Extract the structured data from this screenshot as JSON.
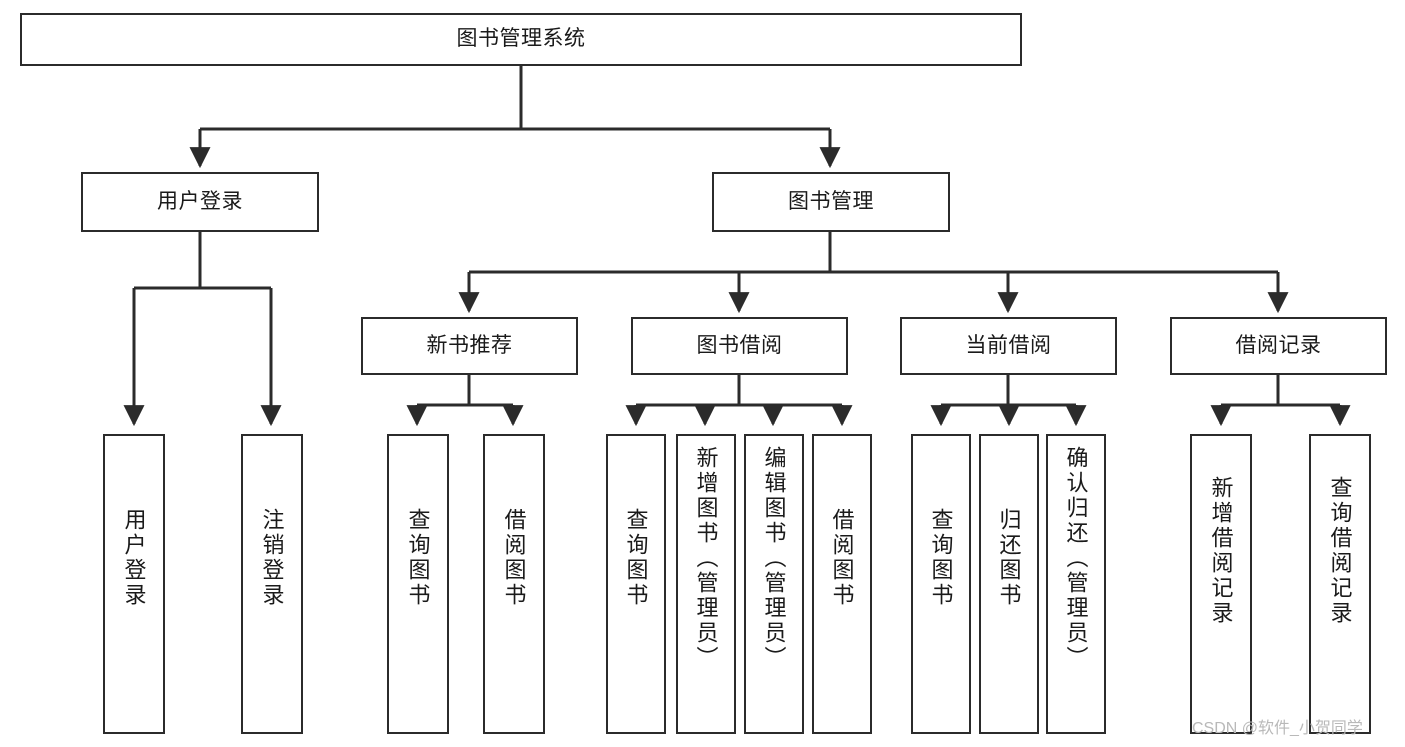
{
  "diagram": {
    "title": "图书管理系统",
    "type": "hierarchy-tree",
    "colors": {
      "box_border": "#2b2b2b",
      "box_fill": "#ffffff",
      "edge": "#2b2b2b",
      "text": "#1a1a1a",
      "watermark": "#b9b9b9",
      "background": "#ffffff"
    },
    "levels": [
      {
        "level": 1,
        "nodes": [
          {
            "id": "root",
            "label": "图书管理系统",
            "orientation": "horizontal"
          }
        ]
      },
      {
        "level": 2,
        "nodes": [
          {
            "id": "user-login",
            "label": "用户登录",
            "orientation": "horizontal",
            "parent": "root"
          },
          {
            "id": "book-manage",
            "label": "图书管理",
            "orientation": "horizontal",
            "parent": "root"
          }
        ]
      },
      {
        "level": 3,
        "nodes": [
          {
            "id": "new-book-rec",
            "label": "新书推荐",
            "orientation": "horizontal",
            "parent": "book-manage"
          },
          {
            "id": "book-borrow",
            "label": "图书借阅",
            "orientation": "horizontal",
            "parent": "book-manage"
          },
          {
            "id": "current-borrow",
            "label": "当前借阅",
            "orientation": "horizontal",
            "parent": "book-manage"
          },
          {
            "id": "borrow-record",
            "label": "借阅记录",
            "orientation": "horizontal",
            "parent": "book-manage"
          }
        ]
      },
      {
        "level": 4,
        "nodes": [
          {
            "id": "leaf-user-login",
            "label": "用户登录",
            "orientation": "vertical",
            "parent": "user-login"
          },
          {
            "id": "leaf-logout",
            "label": "注销登录",
            "orientation": "vertical",
            "parent": "user-login"
          },
          {
            "id": "leaf-query-book-1",
            "label": "查询图书",
            "orientation": "vertical",
            "parent": "new-book-rec"
          },
          {
            "id": "leaf-borrow-book-1",
            "label": "借阅图书",
            "orientation": "vertical",
            "parent": "new-book-rec"
          },
          {
            "id": "leaf-query-book-2",
            "label": "查询图书",
            "orientation": "vertical",
            "parent": "book-borrow"
          },
          {
            "id": "leaf-add-book",
            "label": "新增图书（管理员）",
            "orientation": "vertical",
            "parent": "book-borrow"
          },
          {
            "id": "leaf-edit-book",
            "label": "编辑图书（管理员）",
            "orientation": "vertical",
            "parent": "book-borrow"
          },
          {
            "id": "leaf-borrow-book-2",
            "label": "借阅图书",
            "orientation": "vertical",
            "parent": "book-borrow"
          },
          {
            "id": "leaf-query-book-3",
            "label": "查询图书",
            "orientation": "vertical",
            "parent": "current-borrow"
          },
          {
            "id": "leaf-return-book",
            "label": "归还图书",
            "orientation": "vertical",
            "parent": "current-borrow"
          },
          {
            "id": "leaf-confirm-return",
            "label": "确认归还（管理员）",
            "orientation": "vertical",
            "parent": "current-borrow"
          },
          {
            "id": "leaf-add-record",
            "label": "新增借阅记录",
            "orientation": "vertical",
            "parent": "borrow-record"
          },
          {
            "id": "leaf-query-record",
            "label": "查询借阅记录",
            "orientation": "vertical",
            "parent": "borrow-record"
          }
        ]
      }
    ]
  },
  "watermark": {
    "text": "CSDN @软件_小贺同学"
  }
}
